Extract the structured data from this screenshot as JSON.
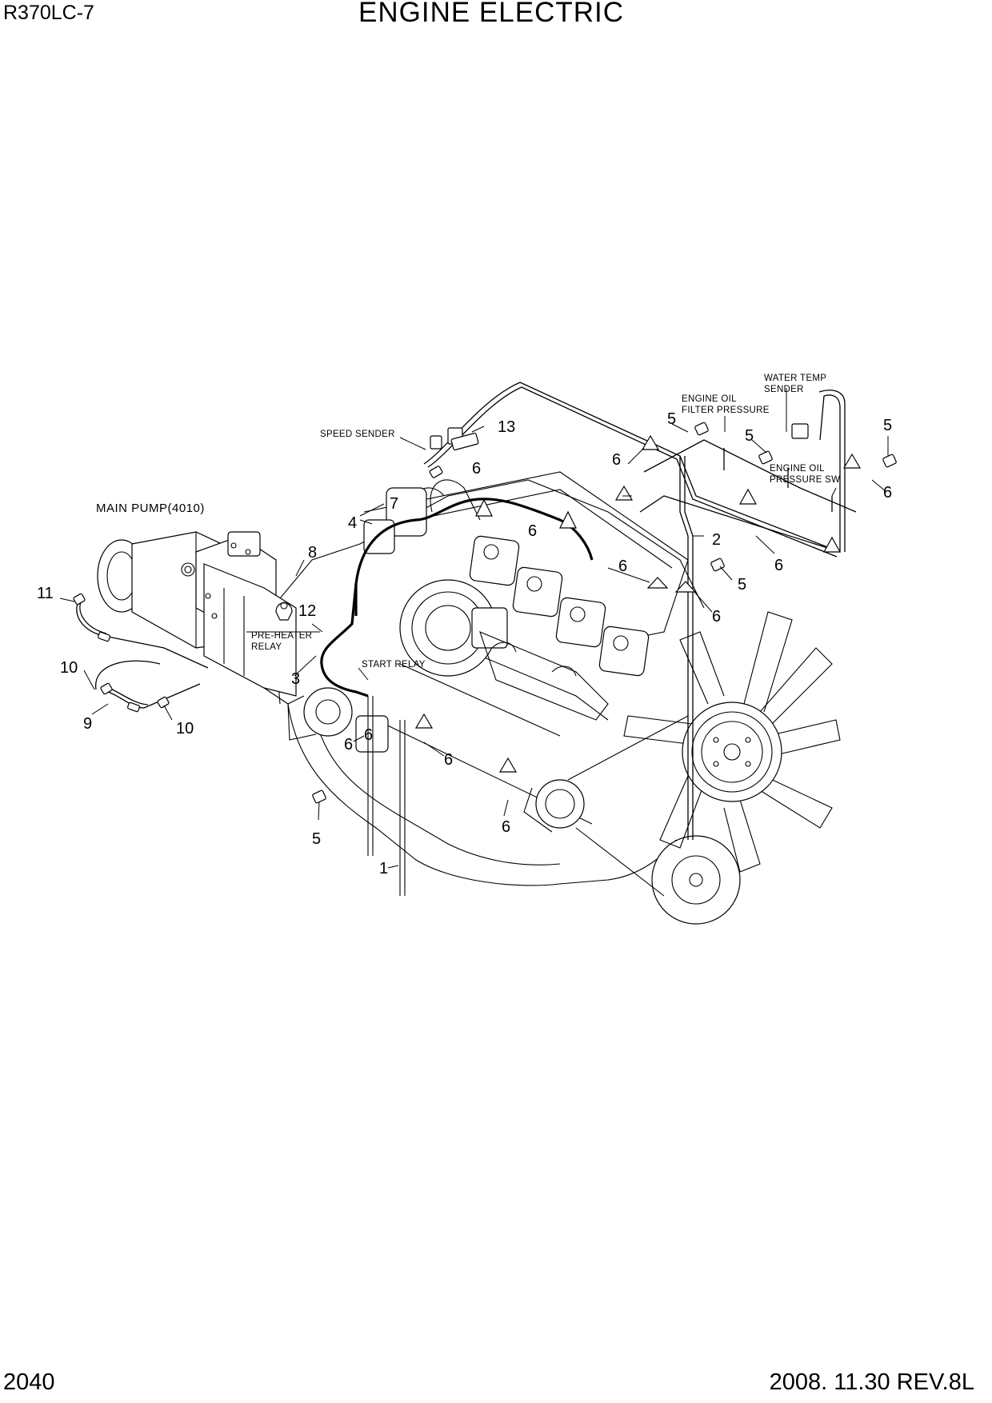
{
  "header": {
    "model": "R370LC-7",
    "title": "ENGINE ELECTRIC"
  },
  "footer": {
    "page_number": "2040",
    "revision": "2008. 11.30  REV.8L"
  },
  "component_labels": {
    "main_pump": "MAIN PUMP(4010)",
    "speed_sender": "SPEED SENDER",
    "water_temp_sender_l1": "WATER TEMP",
    "water_temp_sender_l2": "SENDER",
    "engine_oil_filter_l1": "ENGINE OIL",
    "engine_oil_filter_l2": "FILTER PRESSURE",
    "engine_oil_pressure_l1": "ENGINE OIL",
    "engine_oil_pressure_l2": "PRESSURE SW",
    "pre_heater_l1": "PRE-HEATER",
    "pre_heater_l2": "RELAY",
    "start_relay": "START RELAY"
  },
  "callouts": [
    "1",
    "2",
    "3",
    "4",
    "5",
    "5",
    "5",
    "5",
    "5",
    "6",
    "6",
    "6",
    "6",
    "6",
    "6",
    "6",
    "6",
    "6",
    "6",
    "6",
    "7",
    "8",
    "9",
    "10",
    "10",
    "11",
    "12",
    "13"
  ]
}
